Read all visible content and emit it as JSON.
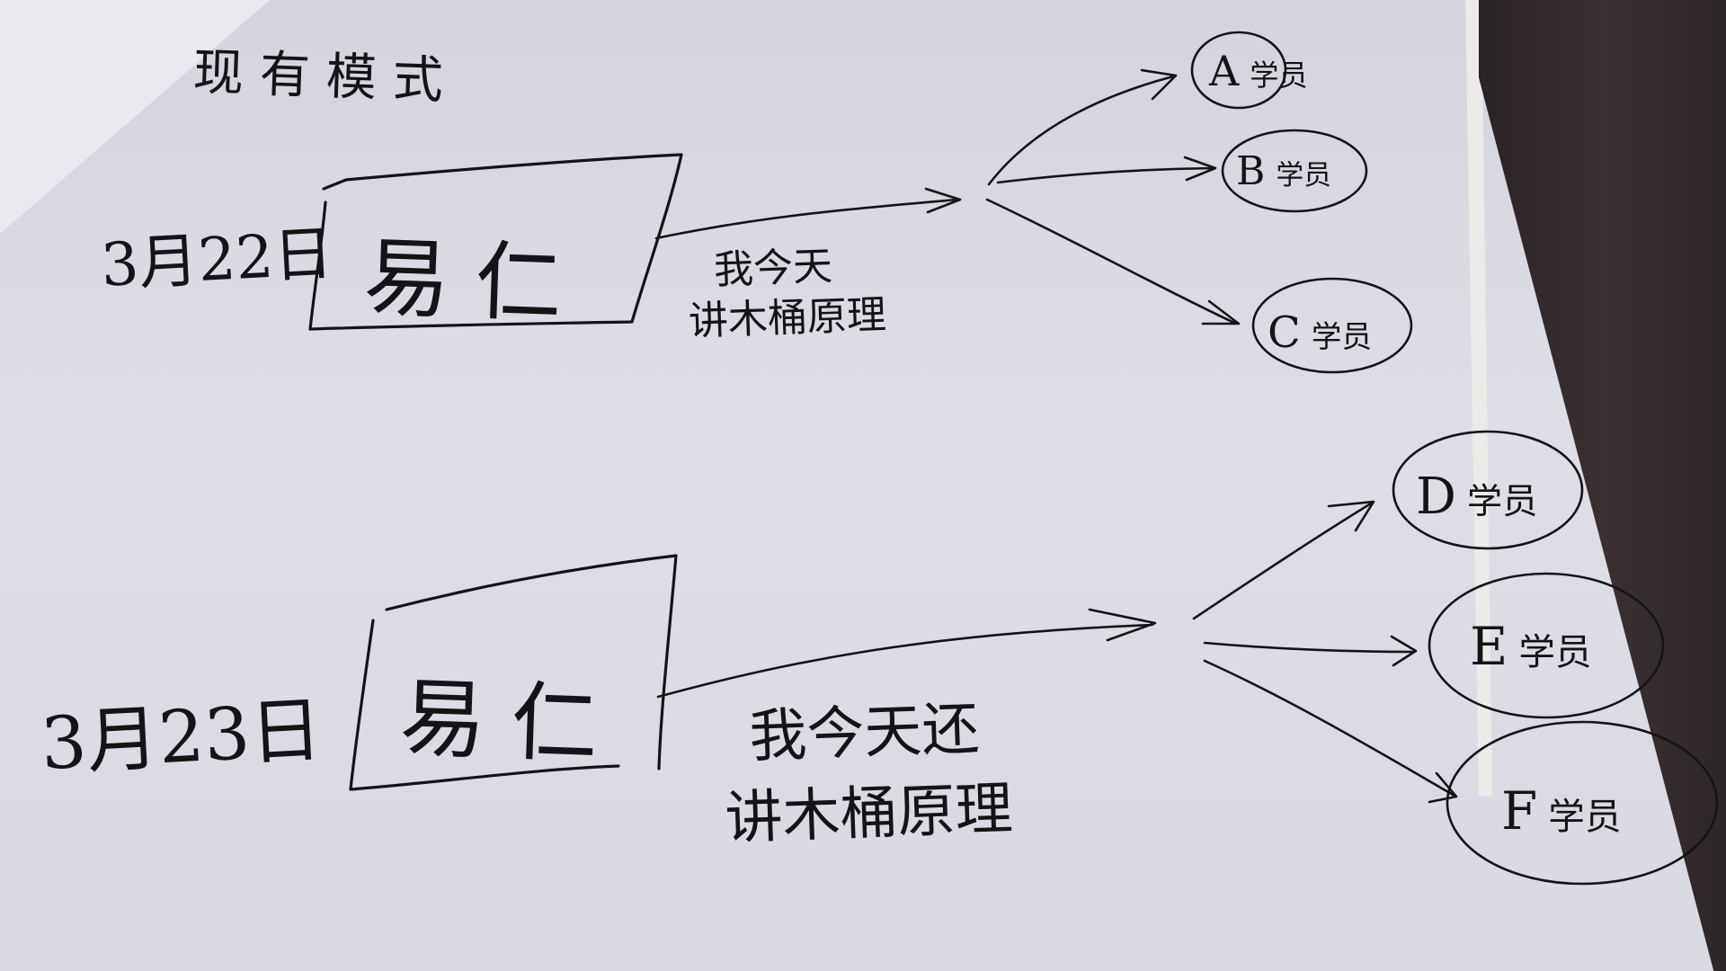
{
  "title": "现有模式",
  "rows": [
    {
      "date": "3月22日",
      "teacher": "易仁",
      "caption_line1": "我今天",
      "caption_line2": "讲木桶原理",
      "students": [
        {
          "letter": "A",
          "suffix": "学员"
        },
        {
          "letter": "B",
          "suffix": "学员"
        },
        {
          "letter": "C",
          "suffix": "学员"
        }
      ]
    },
    {
      "date": "3月23日",
      "teacher": "易仁",
      "caption_line1": "我今天还",
      "caption_line2": "讲木桶原理",
      "students": [
        {
          "letter": "D",
          "suffix": "学员"
        },
        {
          "letter": "E",
          "suffix": "学员"
        },
        {
          "letter": "F",
          "suffix": "学员"
        }
      ]
    }
  ],
  "colors": {
    "ink": "#141418",
    "paper": "#d9d9e1",
    "notebook": "#2d2628"
  }
}
